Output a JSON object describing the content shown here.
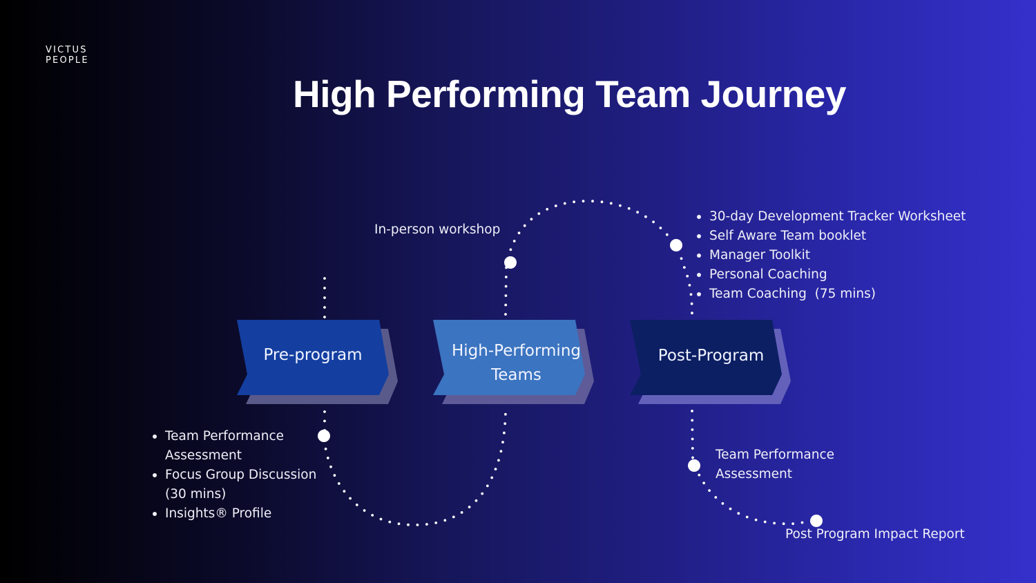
{
  "brand": {
    "line1": "VICTUS",
    "line2": "PEOPLE"
  },
  "title": "High Performing Team Journey",
  "steps": [
    {
      "label": "Pre-program",
      "color": "#143fa0",
      "shadow_color": "#5a5a8a"
    },
    {
      "label_line1": "High-Performing",
      "label_line2": "Teams",
      "color": "#3b74c0",
      "shadow_color": "#5e5b98"
    },
    {
      "label": "Post-Program",
      "color": "#0c1f63",
      "shadow_color": "#6461bb"
    }
  ],
  "pre_program": {
    "items": [
      {
        "text": "Team Performance",
        "cont": "Assessment"
      },
      {
        "text": "Focus Group Discussion",
        "cont": "(30 mins)"
      },
      {
        "text": "Insights® Profile"
      }
    ]
  },
  "workshop_label": "In-person workshop",
  "post_program": {
    "items": [
      "30-day Development Tracker Worksheet",
      "Self Aware Team booklet",
      "Manager Toolkit",
      "Personal Coaching",
      "Team Coaching  (75 mins)"
    ],
    "assessment_line1": "Team Performance",
    "assessment_line2": "Assessment",
    "impact_report": "Post Program Impact Report"
  },
  "colors": {
    "dots": "#ffffff",
    "gradient_start": "#000000",
    "gradient_end": "#3530cb"
  }
}
